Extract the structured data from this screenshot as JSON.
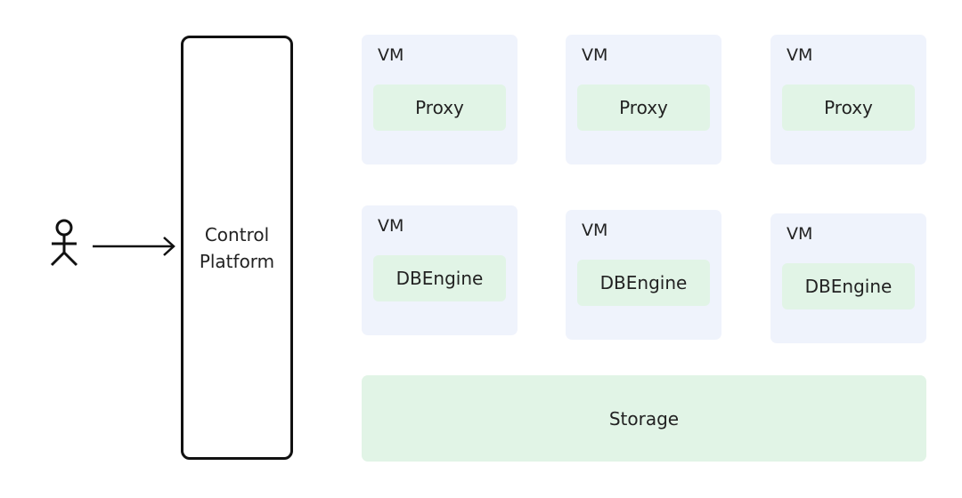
{
  "diagram": {
    "control_platform": {
      "label": "Control\nPlatform"
    },
    "vms": [
      {
        "label": "VM",
        "component": "Proxy"
      },
      {
        "label": "VM",
        "component": "Proxy"
      },
      {
        "label": "VM",
        "component": "Proxy"
      },
      {
        "label": "VM",
        "component": "DBEngine"
      },
      {
        "label": "VM",
        "component": "DBEngine"
      },
      {
        "label": "VM",
        "component": "DBEngine"
      }
    ],
    "storage": {
      "label": "Storage"
    },
    "icons": {
      "actor": "user-actor-icon",
      "arrow": "arrow-right-icon"
    },
    "colors": {
      "vm_bg": "#eff3fc",
      "component_bg": "#e1f4e6",
      "border": "#111111"
    }
  }
}
